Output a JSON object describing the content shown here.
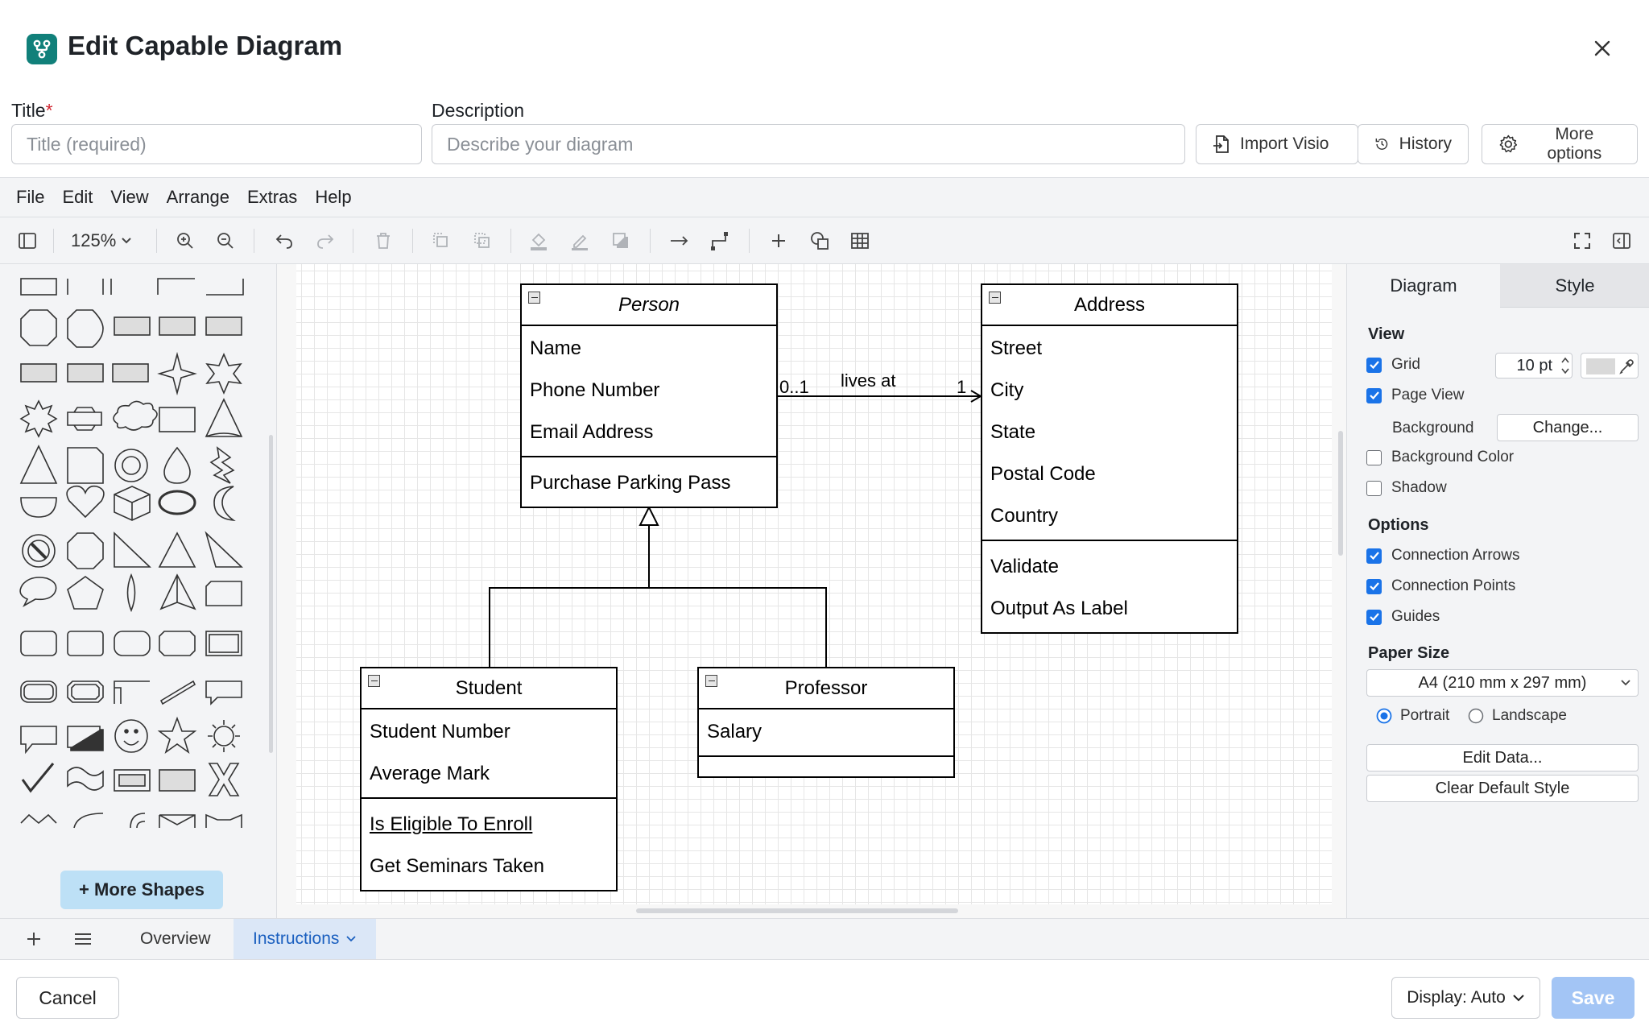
{
  "dialog": {
    "title": "Edit Capable Diagram"
  },
  "fields": {
    "title_label": "Title",
    "title_required_mark": "*",
    "title_placeholder": "Title (required)",
    "description_label": "Description",
    "description_placeholder": "Describe your diagram"
  },
  "header_buttons": {
    "import": "Import Visio",
    "history": "History",
    "more": "More options"
  },
  "menu": [
    "File",
    "Edit",
    "View",
    "Arrange",
    "Extras",
    "Help"
  ],
  "toolbar": {
    "zoom": "125%"
  },
  "shapes_panel": {
    "more_shapes": "+ More Shapes"
  },
  "diagram": {
    "person": {
      "name": "Person",
      "attributes": [
        "Name",
        "Phone Number",
        "Email Address"
      ],
      "operations": [
        "Purchase Parking Pass"
      ]
    },
    "address": {
      "name": "Address",
      "attributes": [
        "Street",
        "City",
        "State",
        "Postal Code",
        "Country"
      ],
      "operations": [
        "Validate",
        "Output As Label"
      ]
    },
    "student": {
      "name": "Student",
      "attributes": [
        "Student Number",
        "Average Mark"
      ],
      "operations": [
        "Is Eligible To Enroll",
        "Get Seminars Taken"
      ]
    },
    "professor": {
      "name": "Professor",
      "attributes": [
        "Salary"
      ]
    },
    "association": {
      "label": "lives at",
      "source_multiplicity": "0..1",
      "target_multiplicity": "1"
    }
  },
  "right_panel": {
    "tabs": [
      "Diagram",
      "Style"
    ],
    "view_title": "View",
    "grid_label": "Grid",
    "grid_size": "10 pt",
    "page_view_label": "Page View",
    "background_label": "Background",
    "change_label": "Change...",
    "background_color_label": "Background Color",
    "shadow_label": "Shadow",
    "options_title": "Options",
    "connection_arrows": "Connection Arrows",
    "connection_points": "Connection Points",
    "guides": "Guides",
    "paper_size_title": "Paper Size",
    "paper_size_value": "A4 (210 mm x 297 mm)",
    "portrait": "Portrait",
    "landscape": "Landscape",
    "edit_data": "Edit Data...",
    "clear_default_style": "Clear Default Style"
  },
  "page_tabs": [
    "Overview",
    "Instructions"
  ],
  "footer": {
    "cancel": "Cancel",
    "display": "Display: Auto",
    "save": "Save"
  },
  "colors": {
    "accent": "#1a73e8",
    "app_icon": "#11807a",
    "save_disabled": "#a3c5f5",
    "active_tab": "#dbe7f7"
  }
}
